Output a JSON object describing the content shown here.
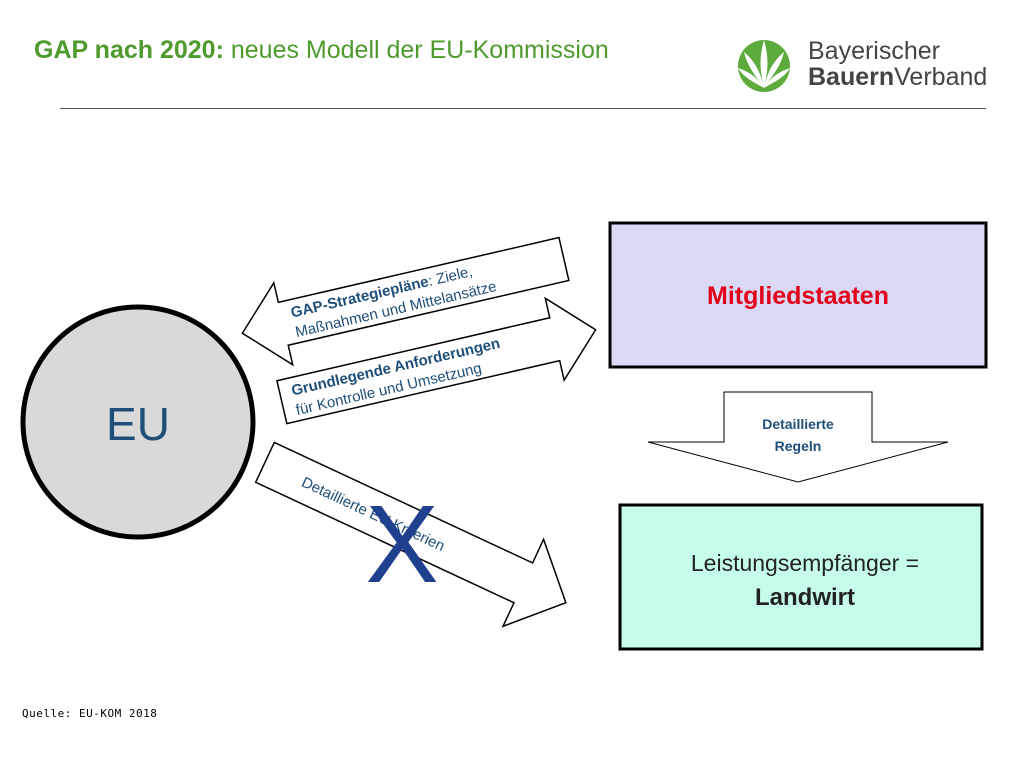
{
  "header": {
    "title_bold": "GAP nach 2020:",
    "title_rest": " neues Modell der EU-Kommission",
    "logo_line1": "Bayerischer",
    "logo_line2_bold": "Bauern",
    "logo_line2_rest": "Verband"
  },
  "diagram": {
    "eu_label": "EU",
    "member_states_label": "Mitgliedstaaten",
    "beneficiary_line1": "Leistungsempfänger =",
    "beneficiary_line2": "Landwirt",
    "arrow_strategy_bold": "GAP-Strategiepläne",
    "arrow_strategy_rest": ": Ziele,",
    "arrow_strategy_line2": "Maßnahmen und Mittelansätze",
    "arrow_requirements_line1": "Grundlegende Anforderungen",
    "arrow_requirements_line2": "für  Kontrolle und Umsetzung",
    "arrow_criteria_text": "Detaillierte EU Kriterien",
    "cross_mark": "X",
    "arrow_rules_line1": "Detaillierte",
    "arrow_rules_line2": "Regeln"
  },
  "footer": {
    "source": "Quelle: EU-KOM 2018"
  },
  "colors": {
    "title_green": "#4e9a2c",
    "member_states_fill": "#d9d9f3",
    "member_states_text": "#e3001b",
    "beneficiary_fill": "#c6fde9",
    "eu_fill": "#d9d9d9",
    "arrow_text": "#1f4e79",
    "cross": "#1f3f8f"
  }
}
